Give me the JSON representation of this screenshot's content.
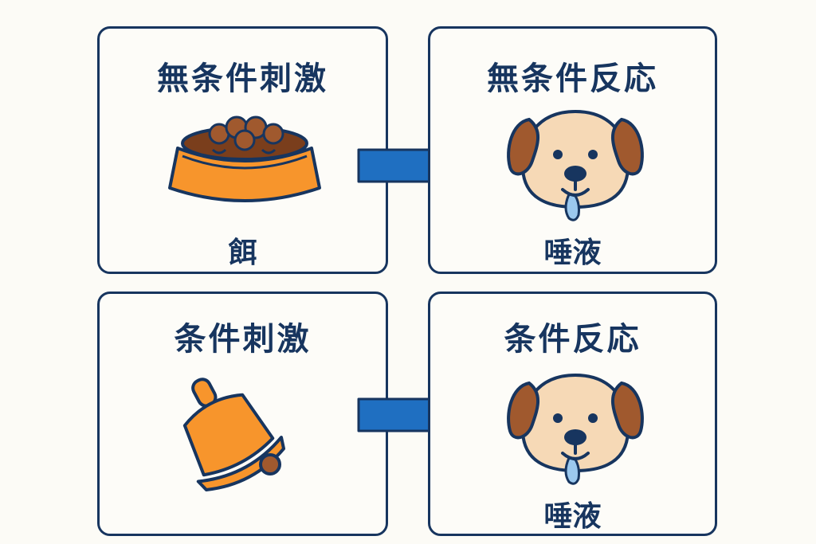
{
  "top_row": {
    "stimulus": {
      "title": "無条件刺激",
      "label": "餌",
      "icon": "food-bowl-icon"
    },
    "response": {
      "title": "無条件反応",
      "label": "唾液",
      "icon": "drooling-dog-icon"
    }
  },
  "bottom_row": {
    "stimulus": {
      "title": "条件刺激",
      "label": "",
      "icon": "bell-icon"
    },
    "response": {
      "title": "条件反応",
      "label": "唾液",
      "icon": "drooling-dog-icon"
    }
  },
  "colors": {
    "border": "#17355f",
    "arrow": "#1f6fc1",
    "orange": "#f7952c",
    "brown": "#a0592e",
    "dog_face": "#f6d9b6"
  }
}
